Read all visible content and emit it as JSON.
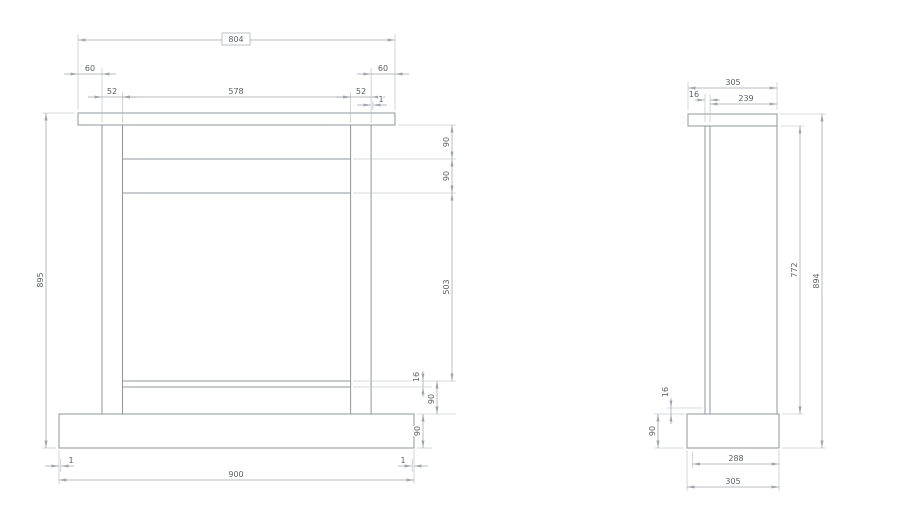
{
  "drawing": {
    "front": {
      "shelf_width": "804",
      "overhang_left": "60",
      "overhang_right": "60",
      "pilaster_left": "52",
      "opening_width": "578",
      "pilaster_right": "52",
      "gap_top_right": "1",
      "overall_height": "895",
      "frieze_upper": "90",
      "frieze_lower": "90",
      "opening_height": "503",
      "bottom_rail": "16",
      "bottom_section": "90",
      "base_height": "90",
      "gap_bottom_left": "1",
      "gap_bottom_right": "1",
      "base_width": "900"
    },
    "side": {
      "depth_top": "305",
      "back_panel": "16",
      "panel_depth": "239",
      "panel_height": "772",
      "overall_height": "894",
      "bottom_rail": "16",
      "base_height": "90",
      "base_depth": "288",
      "depth_bottom": "305"
    }
  }
}
